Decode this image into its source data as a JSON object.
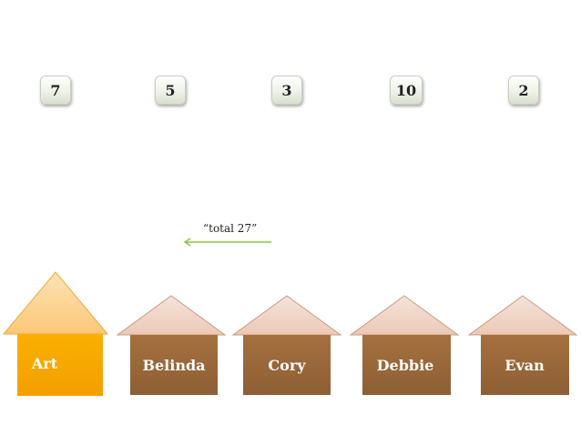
{
  "numbers": [
    "7",
    "5",
    "3",
    "10",
    "2"
  ],
  "note": "“total 27”",
  "houses": {
    "art": "Art",
    "belinda": "Belinda",
    "cory": "Cory",
    "debbie": "Debbie",
    "evan": "Evan"
  },
  "colors": {
    "highlight_body": "#f8a800",
    "highlight_roof": "#fcd28e",
    "house_body": "#9c6a3c",
    "house_roof": "#f0d6c8",
    "arrow": "#8cc63f"
  }
}
